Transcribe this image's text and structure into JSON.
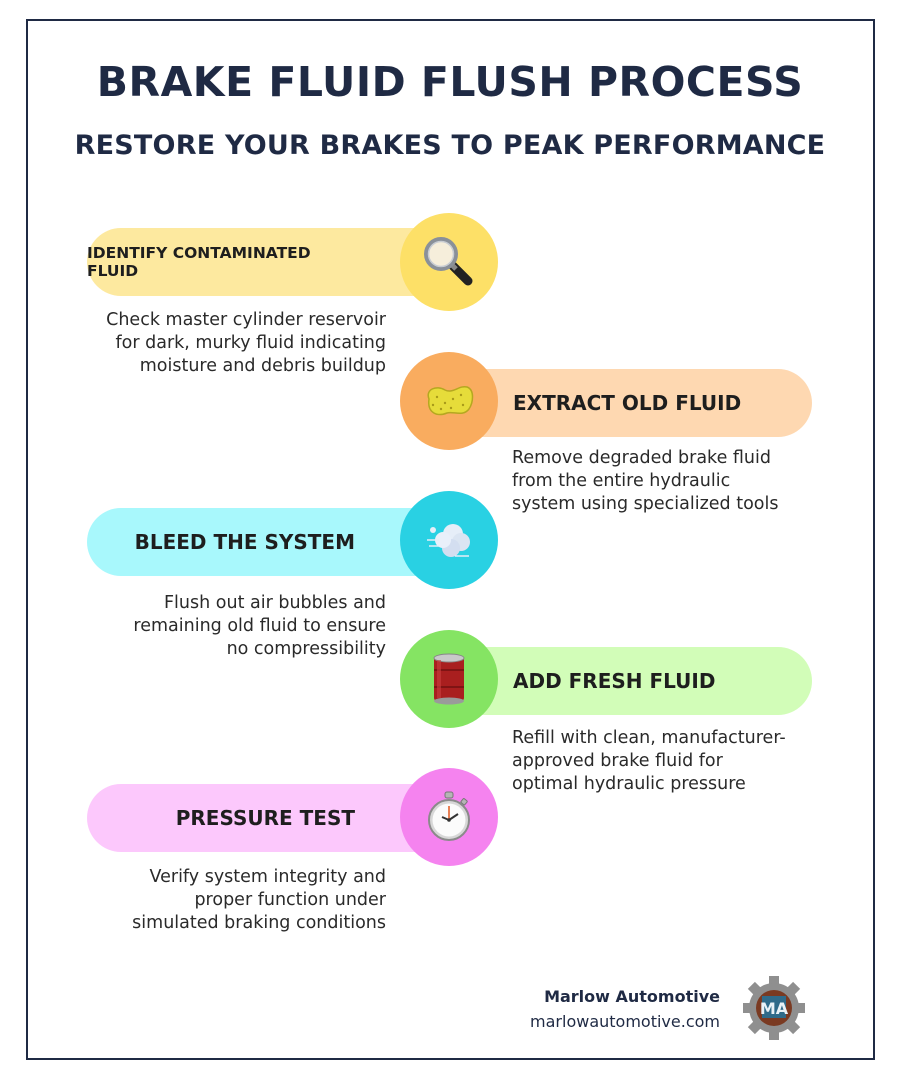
{
  "header": {
    "title": "BRAKE FLUID FLUSH PROCESS",
    "subtitle": "RESTORE YOUR BRAKES TO PEAK PERFORMANCE"
  },
  "steps": [
    {
      "title": "IDENTIFY CONTAMINATED FLUID",
      "description": [
        "Check master cylinder reservoir",
        "for dark, murky fluid indicating",
        "moisture and debris buildup"
      ],
      "icon": "magnifying-glass-icon",
      "side": "left",
      "bar_color": "#fde99f",
      "circle_color": "#fde067"
    },
    {
      "title": "EXTRACT OLD FLUID",
      "description": [
        "Remove degraded brake fluid",
        "from the entire hydraulic",
        "system using specialized tools"
      ],
      "icon": "sponge-icon",
      "side": "right",
      "bar_color": "#fed8b1",
      "circle_color": "#f9ac5f"
    },
    {
      "title": "BLEED THE SYSTEM",
      "description": [
        "Flush out air bubbles and",
        "remaining old fluid to ensure",
        "no compressibility"
      ],
      "icon": "dashing-away-icon",
      "side": "left",
      "bar_color": "#a8f8fc",
      "circle_color": "#29d1e3"
    },
    {
      "title": "ADD FRESH FLUID",
      "description": [
        "Refill with clean, manufacturer-",
        "approved brake fluid for",
        "optimal hydraulic pressure"
      ],
      "icon": "oil-drum-icon",
      "side": "right",
      "bar_color": "#d2fdb8",
      "circle_color": "#85e463"
    },
    {
      "title": "PRESSURE TEST",
      "description": [
        "Verify system integrity and",
        "proper function under",
        "simulated braking conditions"
      ],
      "icon": "stopwatch-icon",
      "side": "left",
      "bar_color": "#fcc8fc",
      "circle_color": "#f583ef"
    }
  ],
  "footer": {
    "company": "Marlow Automotive",
    "website": "marlowautomotive.com",
    "logo_text": "MA"
  },
  "colors": {
    "navy": "#1f2a44",
    "frame": "#1f2a44"
  }
}
